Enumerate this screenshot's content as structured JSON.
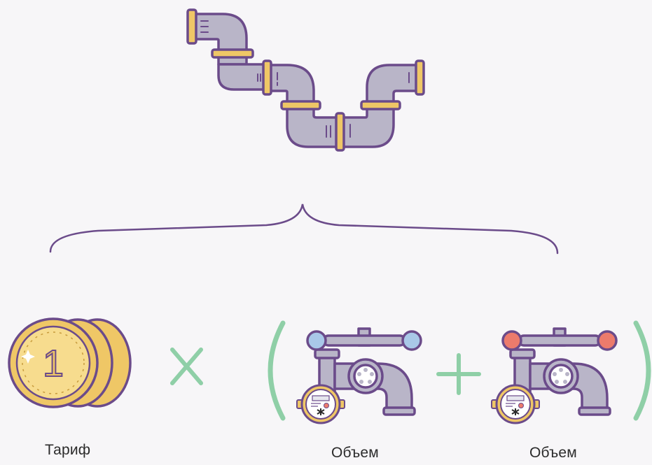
{
  "labels": {
    "tariff": "Тариф",
    "volume_cold": "Объем",
    "volume_hot": "Объем"
  },
  "coin": {
    "value": "1"
  },
  "operators": {
    "multiply": "multiply-icon",
    "plus": "plus-icon"
  },
  "icons": {
    "pipe": "pipe-icon",
    "brace": "curly-brace-icon",
    "coins": "coin-stack-icon",
    "cold_tap": "cold-water-tap-icon",
    "hot_tap": "hot-water-tap-icon",
    "meter": "water-meter-icon"
  },
  "colors": {
    "outline": "#6b4b8a",
    "pipe": "#b9b5c8",
    "gold": "#efc766",
    "gold_light": "#f7dc8e",
    "green": "#8fcfa7",
    "cold_valve": "#a9c8e8",
    "hot_valve": "#ec7b6c",
    "background": "#f7f6f8"
  }
}
